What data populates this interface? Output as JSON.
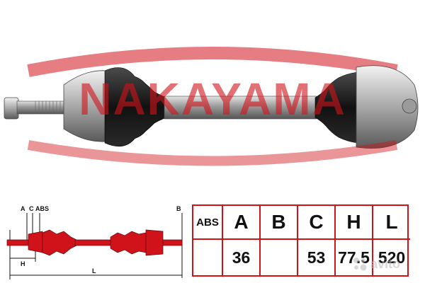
{
  "brand": {
    "logo_text": "NAKAYAMA",
    "color": "#d0131b"
  },
  "schematic": {
    "labels": {
      "a": "A",
      "c": "C",
      "abs": "ABS",
      "b": "B",
      "h": "H",
      "l": "L"
    }
  },
  "spec_table": {
    "headers": [
      "ABS",
      "A",
      "B",
      "C",
      "H",
      "L"
    ],
    "values": [
      "",
      "36",
      "",
      "53",
      "77.5",
      "520"
    ]
  },
  "watermark": {
    "text": "avito",
    "icon": "avito-dots-icon"
  },
  "colors": {
    "accent": "#d0131b",
    "shaft_red": "#a11e2a",
    "metal": "#b8b8b8",
    "boot": "#1b1b1b"
  }
}
